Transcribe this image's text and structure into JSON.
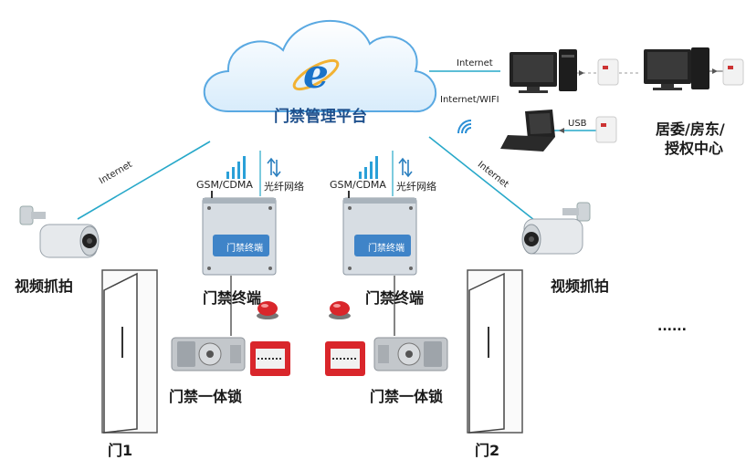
{
  "cloud": {
    "title": "门禁管理平台"
  },
  "links": {
    "internet_top": "Internet",
    "internet_wifi": "Internet/WIFI",
    "usb": "USB",
    "internet_left": "Internet",
    "internet_right": "Internet"
  },
  "terminals": [
    {
      "gsm": "GSM/CDMA",
      "fiber": "光纤网络",
      "label": "门禁终端",
      "screen": "门禁终端"
    },
    {
      "gsm": "GSM/CDMA",
      "fiber": "光纤网络",
      "label": "门禁终端",
      "screen": "门禁终端"
    }
  ],
  "cameras": {
    "left_label": "视频抓拍",
    "right_label": "视频抓拍"
  },
  "locks": {
    "left_label": "门禁一体锁",
    "right_label": "门禁一体锁"
  },
  "doors": {
    "door1": "门1",
    "door2": "门2"
  },
  "center": {
    "line1": "居委/房东/",
    "line2": "授权中心"
  },
  "more": "......",
  "colors": {
    "cloud_blue": "#2b8fd6",
    "link_cyan": "#27a8c9",
    "alarm_red": "#d9262b"
  }
}
